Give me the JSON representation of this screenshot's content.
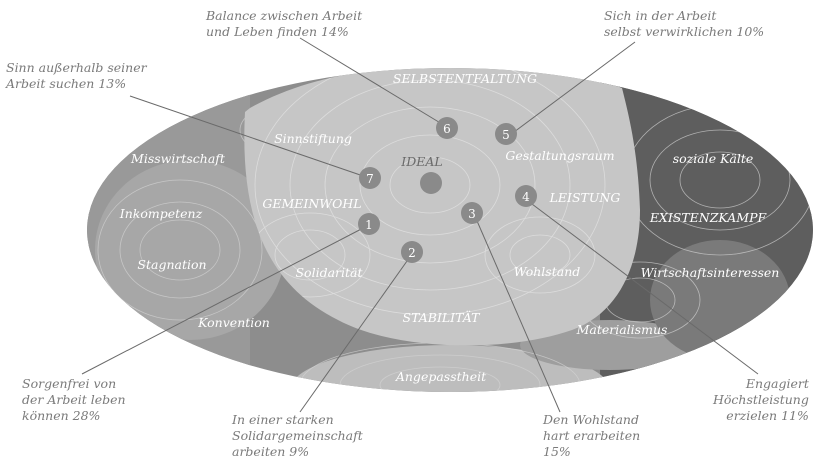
{
  "regions": {
    "selbstentfaltung": "SELBSTENTFALTUNG",
    "ideal": "IDEAL",
    "gemeinwohl": "GEMEINWOHL",
    "leistung": "LEISTUNG",
    "existenzkampf": "EXISTENZKAMPF",
    "stabilitaet": "STABILITÄT"
  },
  "terms": {
    "sinnstiftung": "Sinnstiftung",
    "gestaltungsraum": "Gestaltungsraum",
    "solidaritaet": "Solidarität",
    "wohlstand": "Wohlstand",
    "misswirtschaft": "Misswirtschaft",
    "inkompetenz": "Inkompetenz",
    "stagnation": "Stagnation",
    "konvention": "Konvention",
    "angepasstheit": "Angepasstheit",
    "materialismus": "Materialismus",
    "soziale_kaelte": "soziale Kälte",
    "wirtschaftsinteressen": "Wirtschaftsinteressen"
  },
  "markers": [
    "1",
    "2",
    "3",
    "4",
    "5",
    "6",
    "7"
  ],
  "annotations": {
    "balance": [
      "Balance zwischen Arbeit",
      "und Leben finden 14%"
    ],
    "selbstverwirklichen": [
      "Sich in der Arbeit",
      "selbst verwirklichen 10%"
    ],
    "sinn": [
      "Sinn außerhalb seiner",
      "Arbeit suchen 13%"
    ],
    "sorgenfrei": [
      "Sorgenfrei von",
      "der Arbeit leben",
      "können 28%"
    ],
    "solidargemeinschaft": [
      "In einer starken",
      "Solidargemeinschaft",
      "arbeiten 9%"
    ],
    "wohlstand": [
      "Den Wohlstand",
      "hart erarbeiten",
      "15%"
    ],
    "hoechstleistung": [
      "Engagiert",
      "Höchstleistung",
      "erzielen 11%"
    ]
  }
}
